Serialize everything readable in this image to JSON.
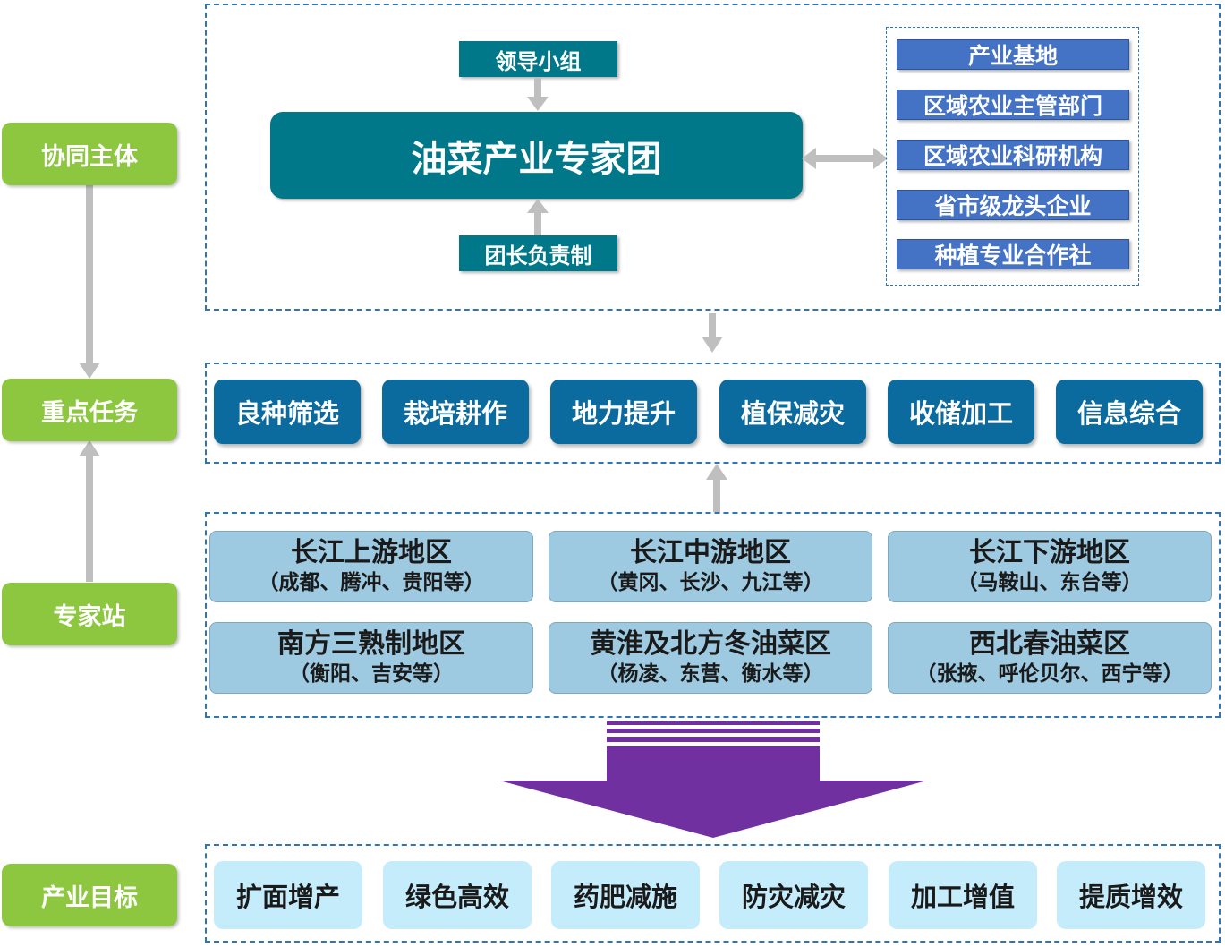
{
  "side_labels": {
    "collaborators": "协同主体",
    "key_tasks": "重点任务",
    "expert_stations": "专家站",
    "industry_goals": "产业目标"
  },
  "collaboration": {
    "leader_group": "领导小组",
    "expert_team": "油菜产业专家团",
    "leader_system": "团长负责制",
    "partners": [
      "产业基地",
      "区域农业主管部门",
      "区域农业科研机构",
      "省市级龙头企业",
      "种植专业合作社"
    ]
  },
  "tasks": [
    "良种筛选",
    "栽培耕作",
    "地力提升",
    "植保减灾",
    "收储加工",
    "信息综合"
  ],
  "stations": [
    {
      "name": "长江上游地区",
      "sub": "（成都、腾冲、贵阳等）"
    },
    {
      "name": "长江中游地区",
      "sub": "（黄冈、长沙、九江等）"
    },
    {
      "name": "长江下游地区",
      "sub": "（马鞍山、东台等）"
    },
    {
      "name": "南方三熟制地区",
      "sub": "（衡阳、吉安等）"
    },
    {
      "name": "黄淮及北方冬油菜区",
      "sub": "（杨凌、东营、衡水等）"
    },
    {
      "name": "西北春油菜区",
      "sub": "（张掖、呼伦贝尔、西宁等）"
    }
  ],
  "goals": [
    "扩面增产",
    "绿色高效",
    "药肥减施",
    "防灾减灾",
    "加工增值",
    "提质增效"
  ],
  "colors": {
    "side_label": "#8dc63f",
    "teal": "#007889",
    "partner_blue": "#4472c4",
    "task_blue": "#0b6a9e",
    "station_blue": "#9dc9e1",
    "goal_blue": "#c5ecfb",
    "big_arrow": "#7030a0",
    "connector": "#bfbfbf",
    "dashed_border": "#2e75b6"
  }
}
